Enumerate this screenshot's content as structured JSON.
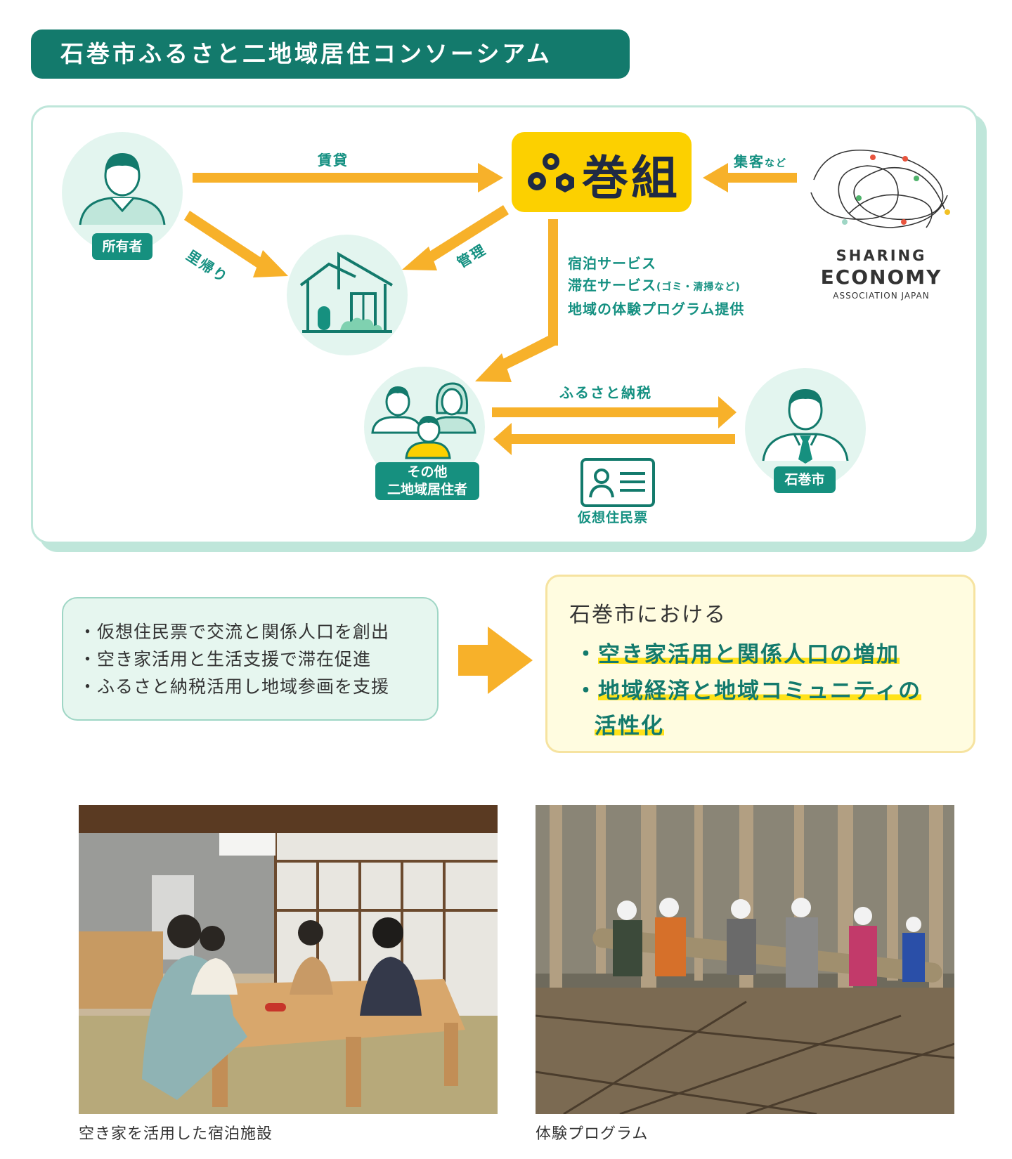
{
  "header": {
    "title": "石巻市ふるさと二地域居住コンソーシアム"
  },
  "diagram": {
    "owner_label": "所有者",
    "makigumi_label": "巻組",
    "residents_label_line1": "その他",
    "residents_label_line2": "二地域居住者",
    "city_label": "石巻市",
    "arrow_lease": "賃貸",
    "arrow_return": "里帰り",
    "arrow_manage": "管理",
    "arrow_attract_main": "集客",
    "arrow_attract_suffix": "など",
    "services": {
      "line1": "宿泊サービス",
      "line2_main": "滞在サービス",
      "line2_small": "(ゴミ・清掃など)",
      "line3": "地域の体験プログラム提供"
    },
    "arrow_furusato": "ふるさと納税",
    "virtual_resident_card": "仮想住民票",
    "sea_logo": {
      "line1": "SHARING",
      "line2": "ECONOMY",
      "line3": "ASSOCIATION  JAPAN"
    }
  },
  "summary": {
    "bullets": [
      "・仮想住民票で交流と関係人口を創出",
      "・空き家活用と生活支援で滞在促進",
      "・ふるさと納税活用し地域参画を支援"
    ],
    "outcome_heading": "石巻市における",
    "outcome_bullet": "・",
    "outcomes": [
      "空き家活用と関係人口の増加",
      "地域経済と地域コミュニティの",
      "活性化"
    ]
  },
  "photos": {
    "left_caption": "空き家を活用した宿泊施設",
    "right_caption": "体験プログラム"
  },
  "colors": {
    "teal": "#137a6c",
    "mint": "#e3f5ef",
    "orange": "#f7b12a",
    "yellow": "#fcd000",
    "highlight": "#ffe21a"
  }
}
